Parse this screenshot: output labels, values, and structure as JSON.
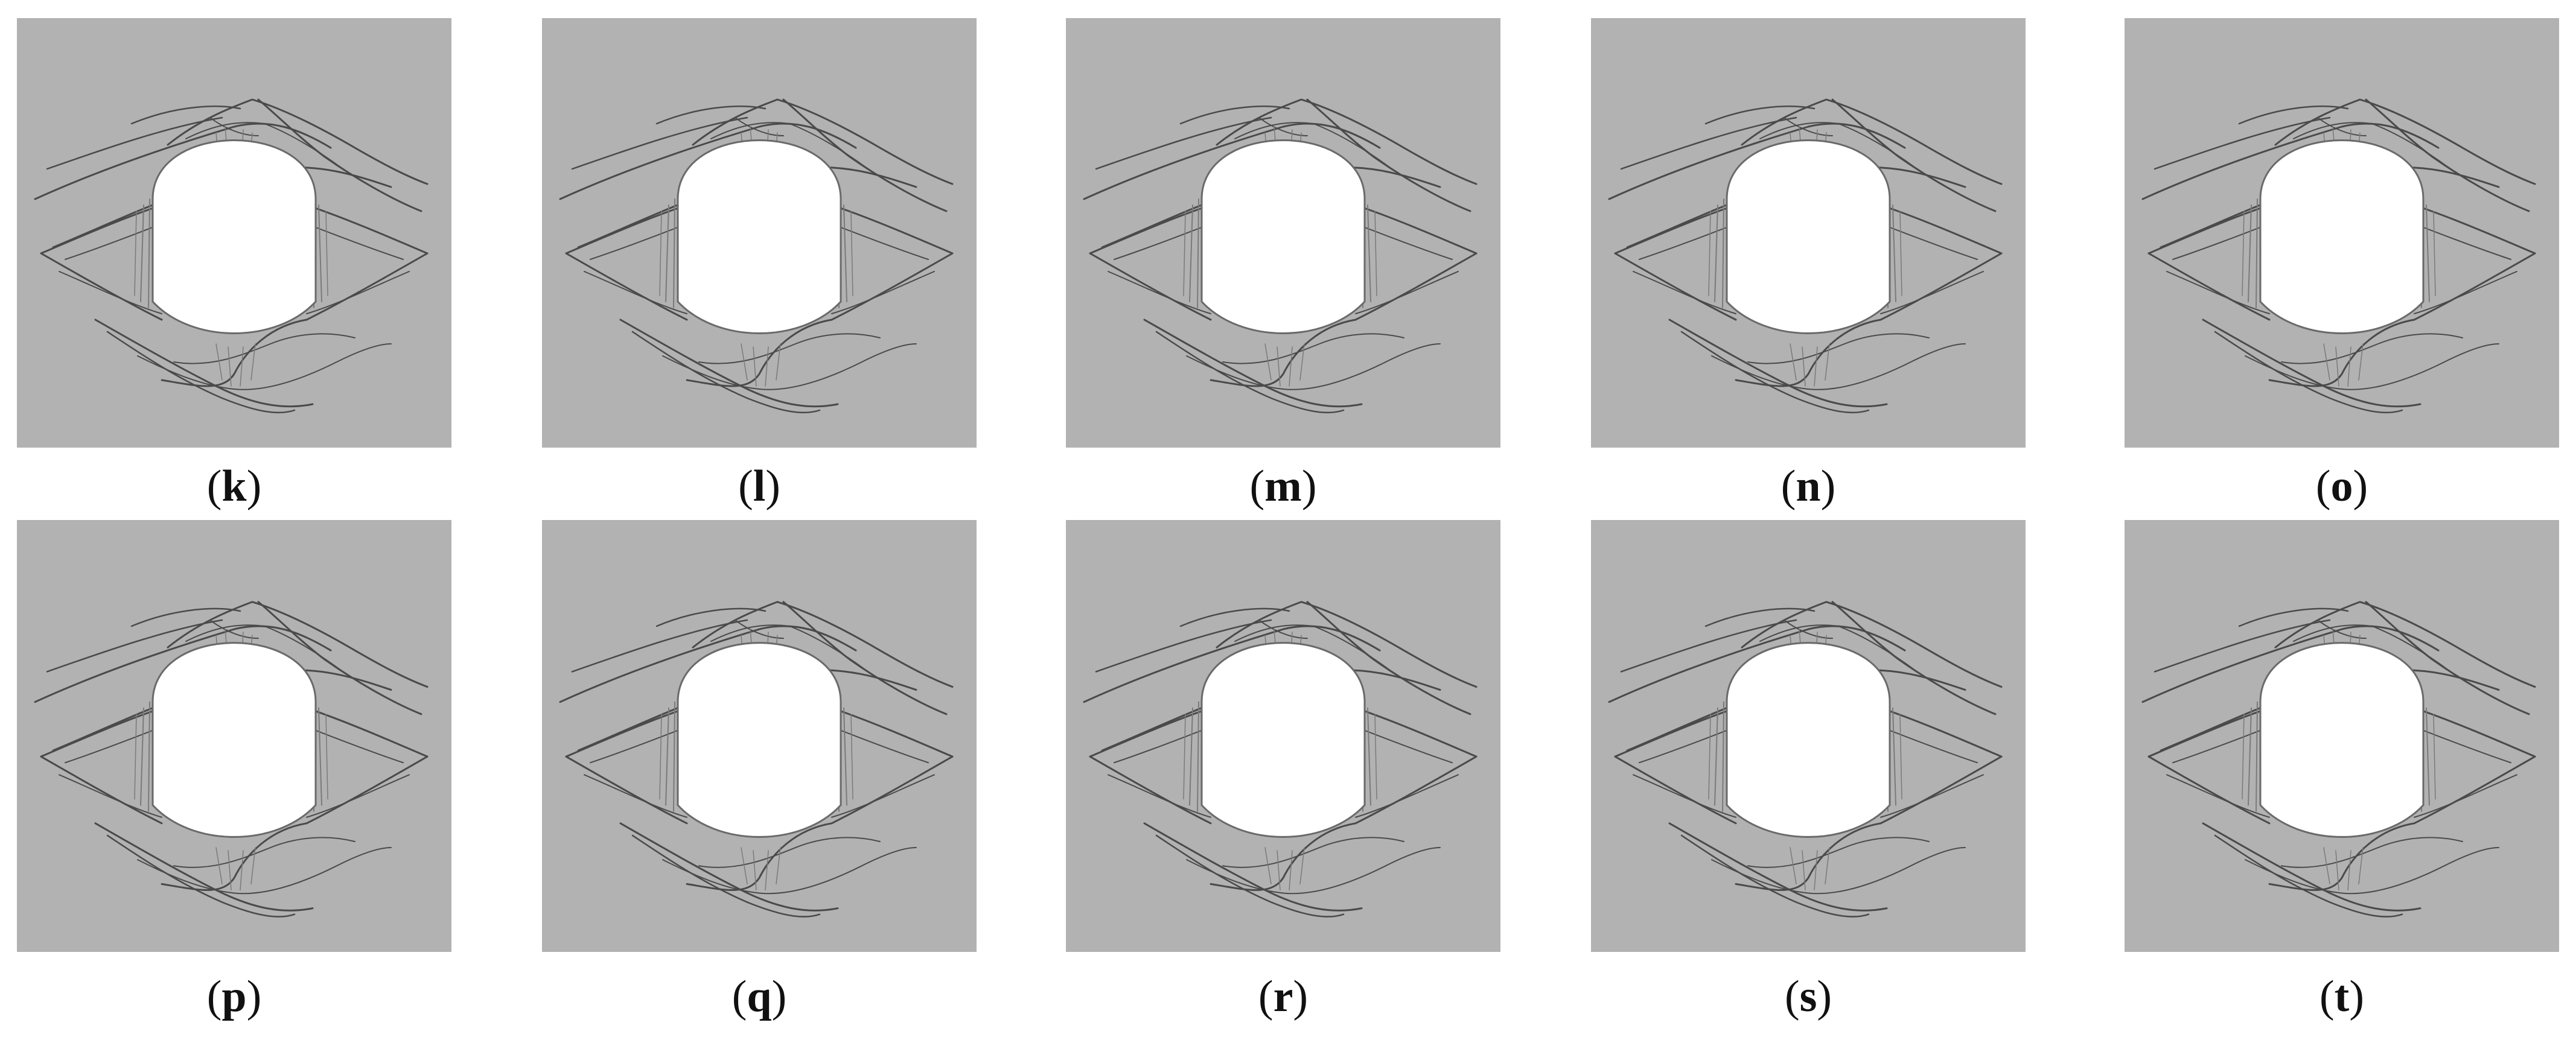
{
  "figure": {
    "panels": [
      {
        "id": "k",
        "paren_open": "(",
        "letter": "k",
        "paren_close": ")"
      },
      {
        "id": "l",
        "paren_open": "(",
        "letter": "l",
        "paren_close": ")"
      },
      {
        "id": "m",
        "paren_open": "(",
        "letter": "m",
        "paren_close": ")"
      },
      {
        "id": "n",
        "paren_open": "(",
        "letter": "n",
        "paren_close": ")"
      },
      {
        "id": "o",
        "paren_open": "(",
        "letter": "o",
        "paren_close": ")"
      },
      {
        "id": "p",
        "paren_open": "(",
        "letter": "p",
        "paren_close": ")"
      },
      {
        "id": "q",
        "paren_open": "(",
        "letter": "q",
        "paren_close": ")"
      },
      {
        "id": "r",
        "paren_open": "(",
        "letter": "r",
        "paren_close": ")"
      },
      {
        "id": "s",
        "paren_open": "(",
        "letter": "s",
        "paren_close": ")"
      },
      {
        "id": "t",
        "paren_open": "(",
        "letter": "t",
        "paren_close": ")"
      }
    ],
    "colors": {
      "background": "#b2b2b2",
      "opening": "#ffffff",
      "crack": "#4a4a4a",
      "crack_light": "#7a7a7a"
    }
  }
}
